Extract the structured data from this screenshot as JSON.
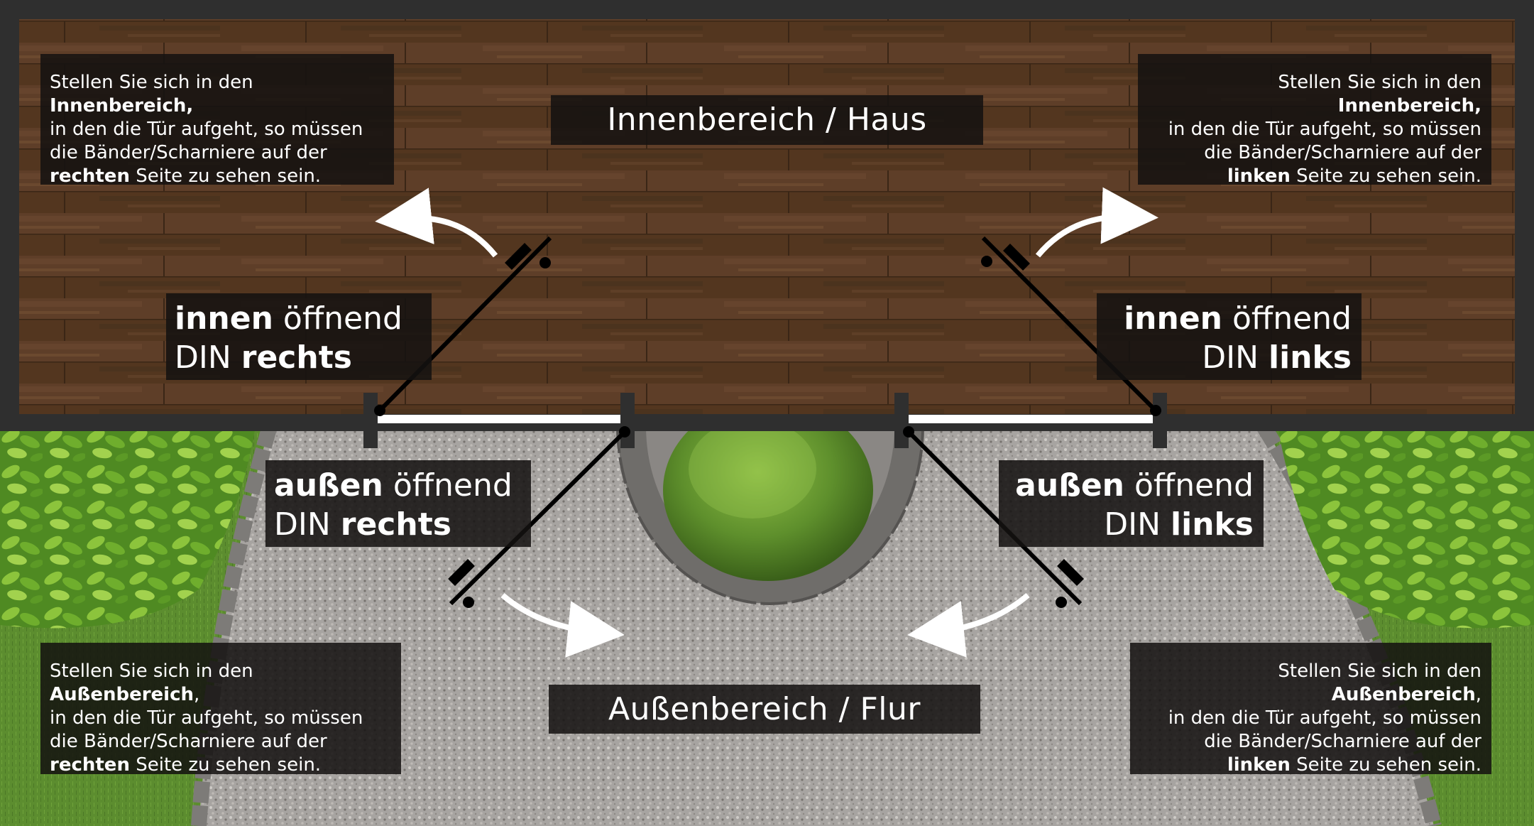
{
  "areas": {
    "inside": "Innenbereich / Haus",
    "outside": "Außenbereich / Flur"
  },
  "notes": {
    "top_left": {
      "l1_pre": "Stellen Sie sich in den ",
      "l1_bold": "Innenbereich,",
      "l2": "in den die Tür aufgeht, so müssen",
      "l3": "die Bänder/Scharniere auf der",
      "l4_bold": "rechten",
      "l4_post": " Seite zu sehen sein."
    },
    "top_right": {
      "l1_pre": "Stellen Sie sich in den ",
      "l1_bold": "Innenbereich,",
      "l2": "in den die Tür aufgeht, so müssen",
      "l3": "die Bänder/Scharniere auf der",
      "l4_bold": "linken",
      "l4_post": " Seite zu sehen sein."
    },
    "bottom_left": {
      "l1_pre": "Stellen Sie sich in den ",
      "l1_bold": "Außenbereich",
      "l1_post": ",",
      "l2": "in den die Tür aufgeht, so müssen",
      "l3": "die Bänder/Scharniere auf der",
      "l4_bold": "rechten",
      "l4_post": " Seite zu sehen sein."
    },
    "bottom_right": {
      "l1_pre": "Stellen Sie sich in den ",
      "l1_bold": "Außenbereich",
      "l1_post": ",",
      "l2": "in den die Tür aufgeht, so müssen",
      "l3": "die Bänder/Scharniere auf der",
      "l4_bold": "linken",
      "l4_post": " Seite zu sehen sein."
    }
  },
  "door_labels": {
    "inner_right": {
      "bold1": "innen",
      "text1": " öffnend",
      "text2": "DIN ",
      "bold2": "rechts"
    },
    "inner_left": {
      "bold1": "innen",
      "text1": " öffnend",
      "text2": "DIN ",
      "bold2": "links"
    },
    "outer_right": {
      "bold1": "außen",
      "text1": " öffnend",
      "text2": "DIN ",
      "bold2": "rechts"
    },
    "outer_left": {
      "bold1": "außen",
      "text1": " öffnend",
      "text2": "DIN ",
      "bold2": "links"
    }
  },
  "colors": {
    "frame": "#2f2f2f",
    "wood": "#5a3b27",
    "grass": "#5b8a2e",
    "gravel": "#a9a6a3",
    "arrow": "#ffffff",
    "door": "#000000"
  }
}
